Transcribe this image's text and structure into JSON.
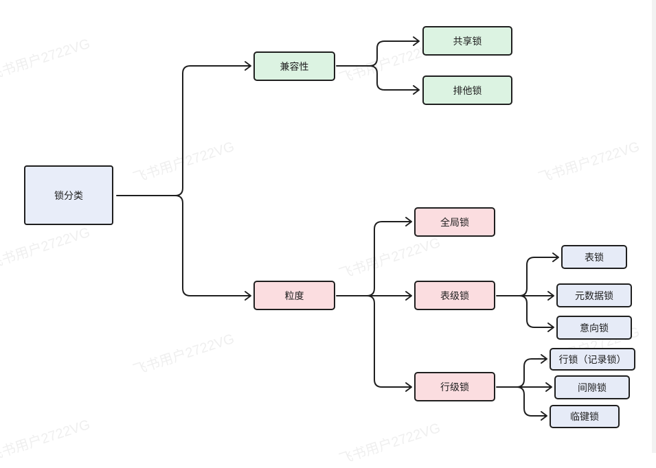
{
  "nodes": {
    "root": "锁分类",
    "compat": "兼容性",
    "shared": "共享锁",
    "exclusive": "排他锁",
    "granularity": "粒度",
    "global": "全局锁",
    "table_level": "表级锁",
    "table_lock": "表锁",
    "metadata": "元数据锁",
    "intention": "意向锁",
    "row_level": "行级锁",
    "row_lock": "行锁（记录锁）",
    "gap": "间隙锁",
    "next_key": "临键锁"
  },
  "watermark": "飞书用户2722VG",
  "colors": {
    "root_fill": "#e8edf9",
    "compat_fill": "#dcf3e2",
    "granularity_fill": "#fbdde0",
    "leaf_fill": "#e6ebf7",
    "stroke": "#1e1e1e"
  }
}
